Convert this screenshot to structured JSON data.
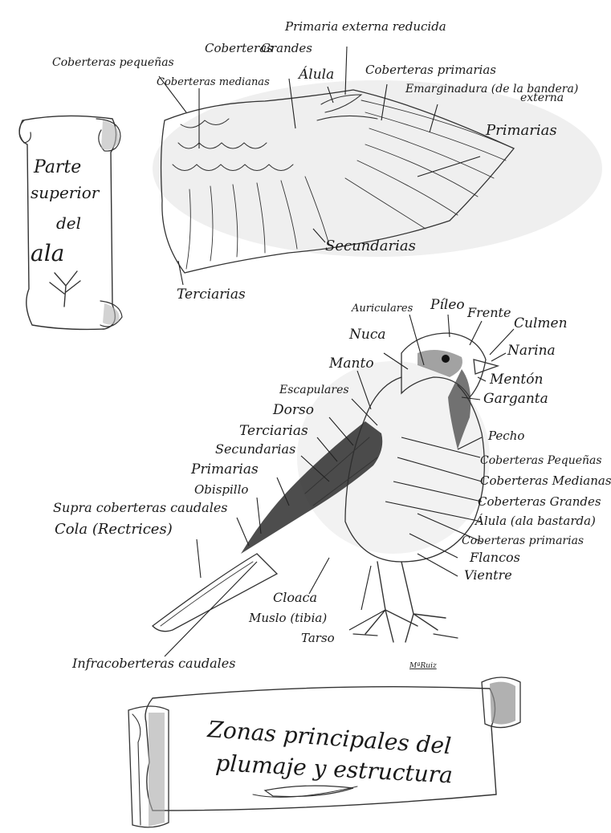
{
  "wing_scroll": {
    "lines": [
      "Parte",
      "superior",
      "del",
      "ala"
    ]
  },
  "wing_labels": {
    "primaria_externa_reducida": "Primaria externa reducida",
    "coberteras_pequenas": "Coberteras pequeñas",
    "coberteras_grandes_1": "Coberteras",
    "coberteras_grandes_2": "Grandes",
    "coberteras_medianas": "Coberteras medianas",
    "alula": "Álula",
    "coberteras_primarias": "Coberteras primarias",
    "emarginadura_1": "Emarginadura (de la bandera)",
    "emarginadura_2": "externa",
    "primarias": "Primarias",
    "secundarias": "Secundarias",
    "terciarias": "Terciarias"
  },
  "bird_labels": {
    "auriculares": "Auriculares",
    "pileo": "Píleo",
    "frente": "Frente",
    "culmen": "Culmen",
    "nuca": "Nuca",
    "narina": "Narina",
    "manto": "Manto",
    "menton": "Mentón",
    "escapulares": "Escapulares",
    "garganta": "Garganta",
    "dorso": "Dorso",
    "pecho": "Pecho",
    "terciarias": "Terciarias",
    "secundarias": "Secundarias",
    "coberteras_pequenas": "Coberteras Pequeñas",
    "primarias": "Primarias",
    "coberteras_medianas": "Coberteras Medianas",
    "obispillo": "Obispillo",
    "coberteras_grandes": "Coberteras Grandes",
    "supracoberteras": "Supra coberteras caudales",
    "alula": "Álula (ala bastarda)",
    "cola": "Cola (Rectrices)",
    "coberteras_primarias": "Coberteras primarias",
    "flancos": "Flancos",
    "vientre": "Vientre",
    "cloaca": "Cloaca",
    "muslo": "Muslo (tibia)",
    "tarso": "Tarso",
    "infracoberteras": "Infracoberteras caudales"
  },
  "signature": "MªRuiz",
  "bottom_scroll": {
    "line1": "Zonas principales del",
    "line2": "plumaje y estructura"
  },
  "colors": {
    "ink": "#1a1a1a",
    "shade": "#9a9a9a",
    "paper": "#ffffff"
  },
  "icons": [
    "feather-icon",
    "quill-icon"
  ]
}
